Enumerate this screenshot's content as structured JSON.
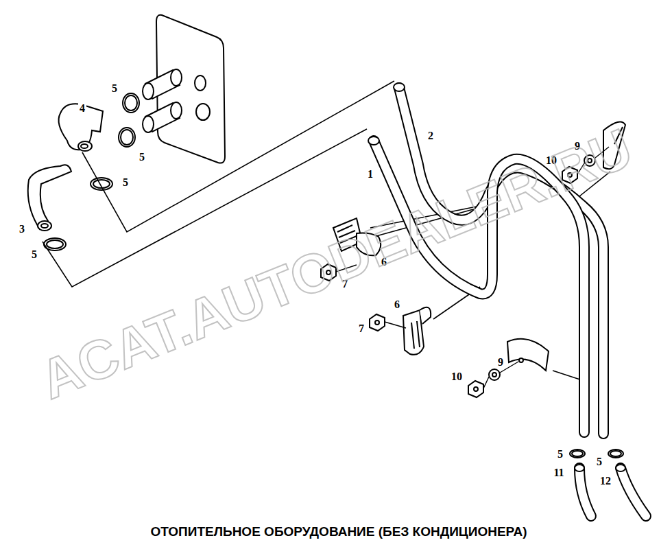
{
  "diagram": {
    "caption": "ОТОПИТЕЛЬНОЕ ОБОРУДОВАНИЕ (БЕЗ КОНДИЦИОНЕРА)",
    "labels": [
      "5",
      "4",
      "5",
      "2",
      "1",
      "5",
      "10",
      "9",
      "3",
      "5",
      "6",
      "7",
      "6",
      "7",
      "9",
      "10",
      "5",
      "5",
      "11",
      "12",
      "ACAT.AUTODEALER.RU"
    ]
  }
}
